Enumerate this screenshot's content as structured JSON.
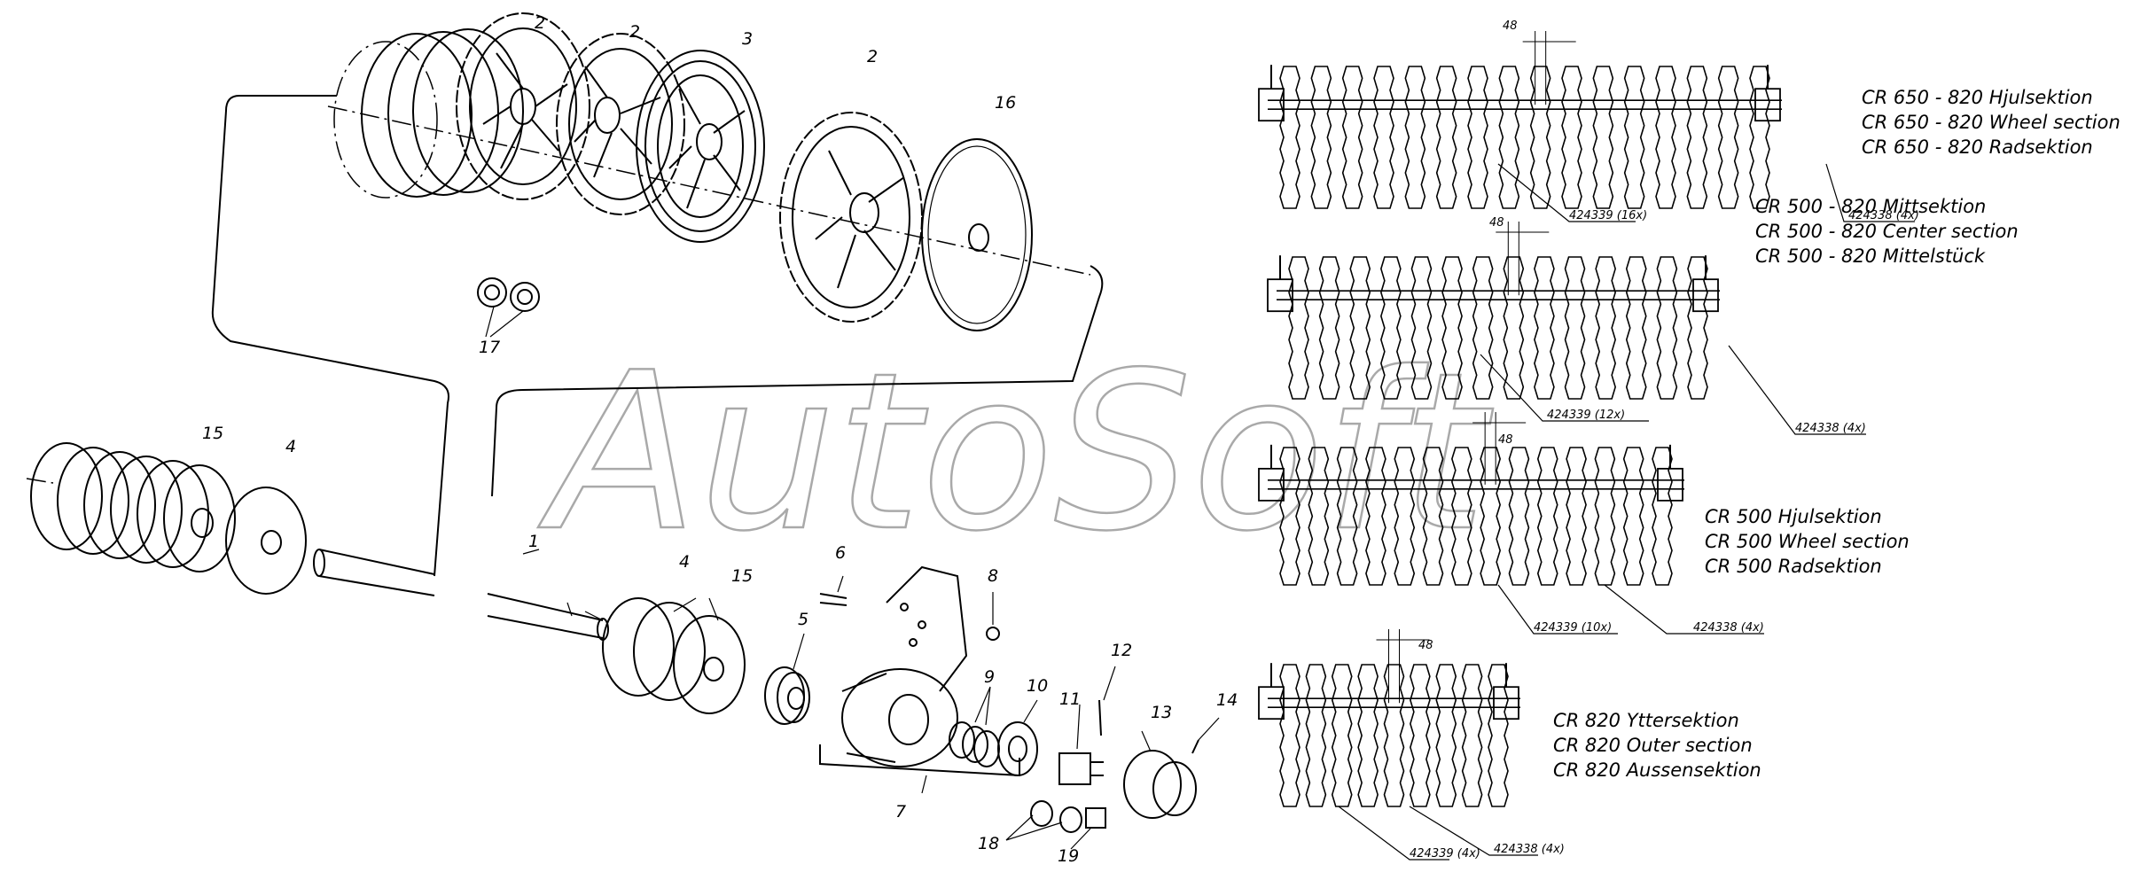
{
  "watermark": "AutoSoft",
  "callouts": [
    {
      "id": "c2a",
      "text": "2"
    },
    {
      "id": "c2b",
      "text": "2"
    },
    {
      "id": "c3",
      "text": "3"
    },
    {
      "id": "c2c",
      "text": "2"
    },
    {
      "id": "c16",
      "text": "16"
    },
    {
      "id": "c17",
      "text": "17"
    },
    {
      "id": "c15a",
      "text": "15"
    },
    {
      "id": "c4a",
      "text": "4"
    },
    {
      "id": "c1",
      "text": "1"
    },
    {
      "id": "c4b",
      "text": "4"
    },
    {
      "id": "c15b",
      "text": "15"
    },
    {
      "id": "c6",
      "text": "6"
    },
    {
      "id": "c8",
      "text": "8"
    },
    {
      "id": "c5",
      "text": "5"
    },
    {
      "id": "c9",
      "text": "9"
    },
    {
      "id": "c10",
      "text": "10"
    },
    {
      "id": "c11",
      "text": "11"
    },
    {
      "id": "c12",
      "text": "12"
    },
    {
      "id": "c13",
      "text": "13"
    },
    {
      "id": "c14",
      "text": "14"
    },
    {
      "id": "c7",
      "text": "7"
    },
    {
      "id": "c18",
      "text": "18"
    },
    {
      "id": "c19",
      "text": "19"
    }
  ],
  "sections": [
    {
      "dim": "48",
      "lines": [
        "CR 650 - 820 Hjulsektion",
        "CR 650 - 820 Wheel section",
        "CR 650 - 820 Radsektion"
      ],
      "part_a": "424339 (16x)",
      "part_b": "424338 (4x)",
      "rings": 16
    },
    {
      "dim": "48",
      "lines": [
        "CR 500 - 820 Mittsektion",
        "CR 500 - 820 Center section",
        "CR 500 - 820 Mittelstück"
      ],
      "part_a": "424339 (12x)",
      "part_b": "424338 (4x)",
      "rings": 14
    },
    {
      "dim": "48",
      "lines": [
        "CR 500 Hjulsektion",
        "CR 500 Wheel section",
        "CR 500 Radsektion"
      ],
      "part_a": "424339 (10x)",
      "part_b": "424338 (4x)",
      "rings": 14
    },
    {
      "dim": "48",
      "lines": [
        "CR 820 Yttersektion",
        "CR 820 Outer section",
        "CR 820 Aussensektion"
      ],
      "part_a": "424339 (4x)",
      "part_b": "424338 (4x)",
      "rings": 9
    }
  ]
}
